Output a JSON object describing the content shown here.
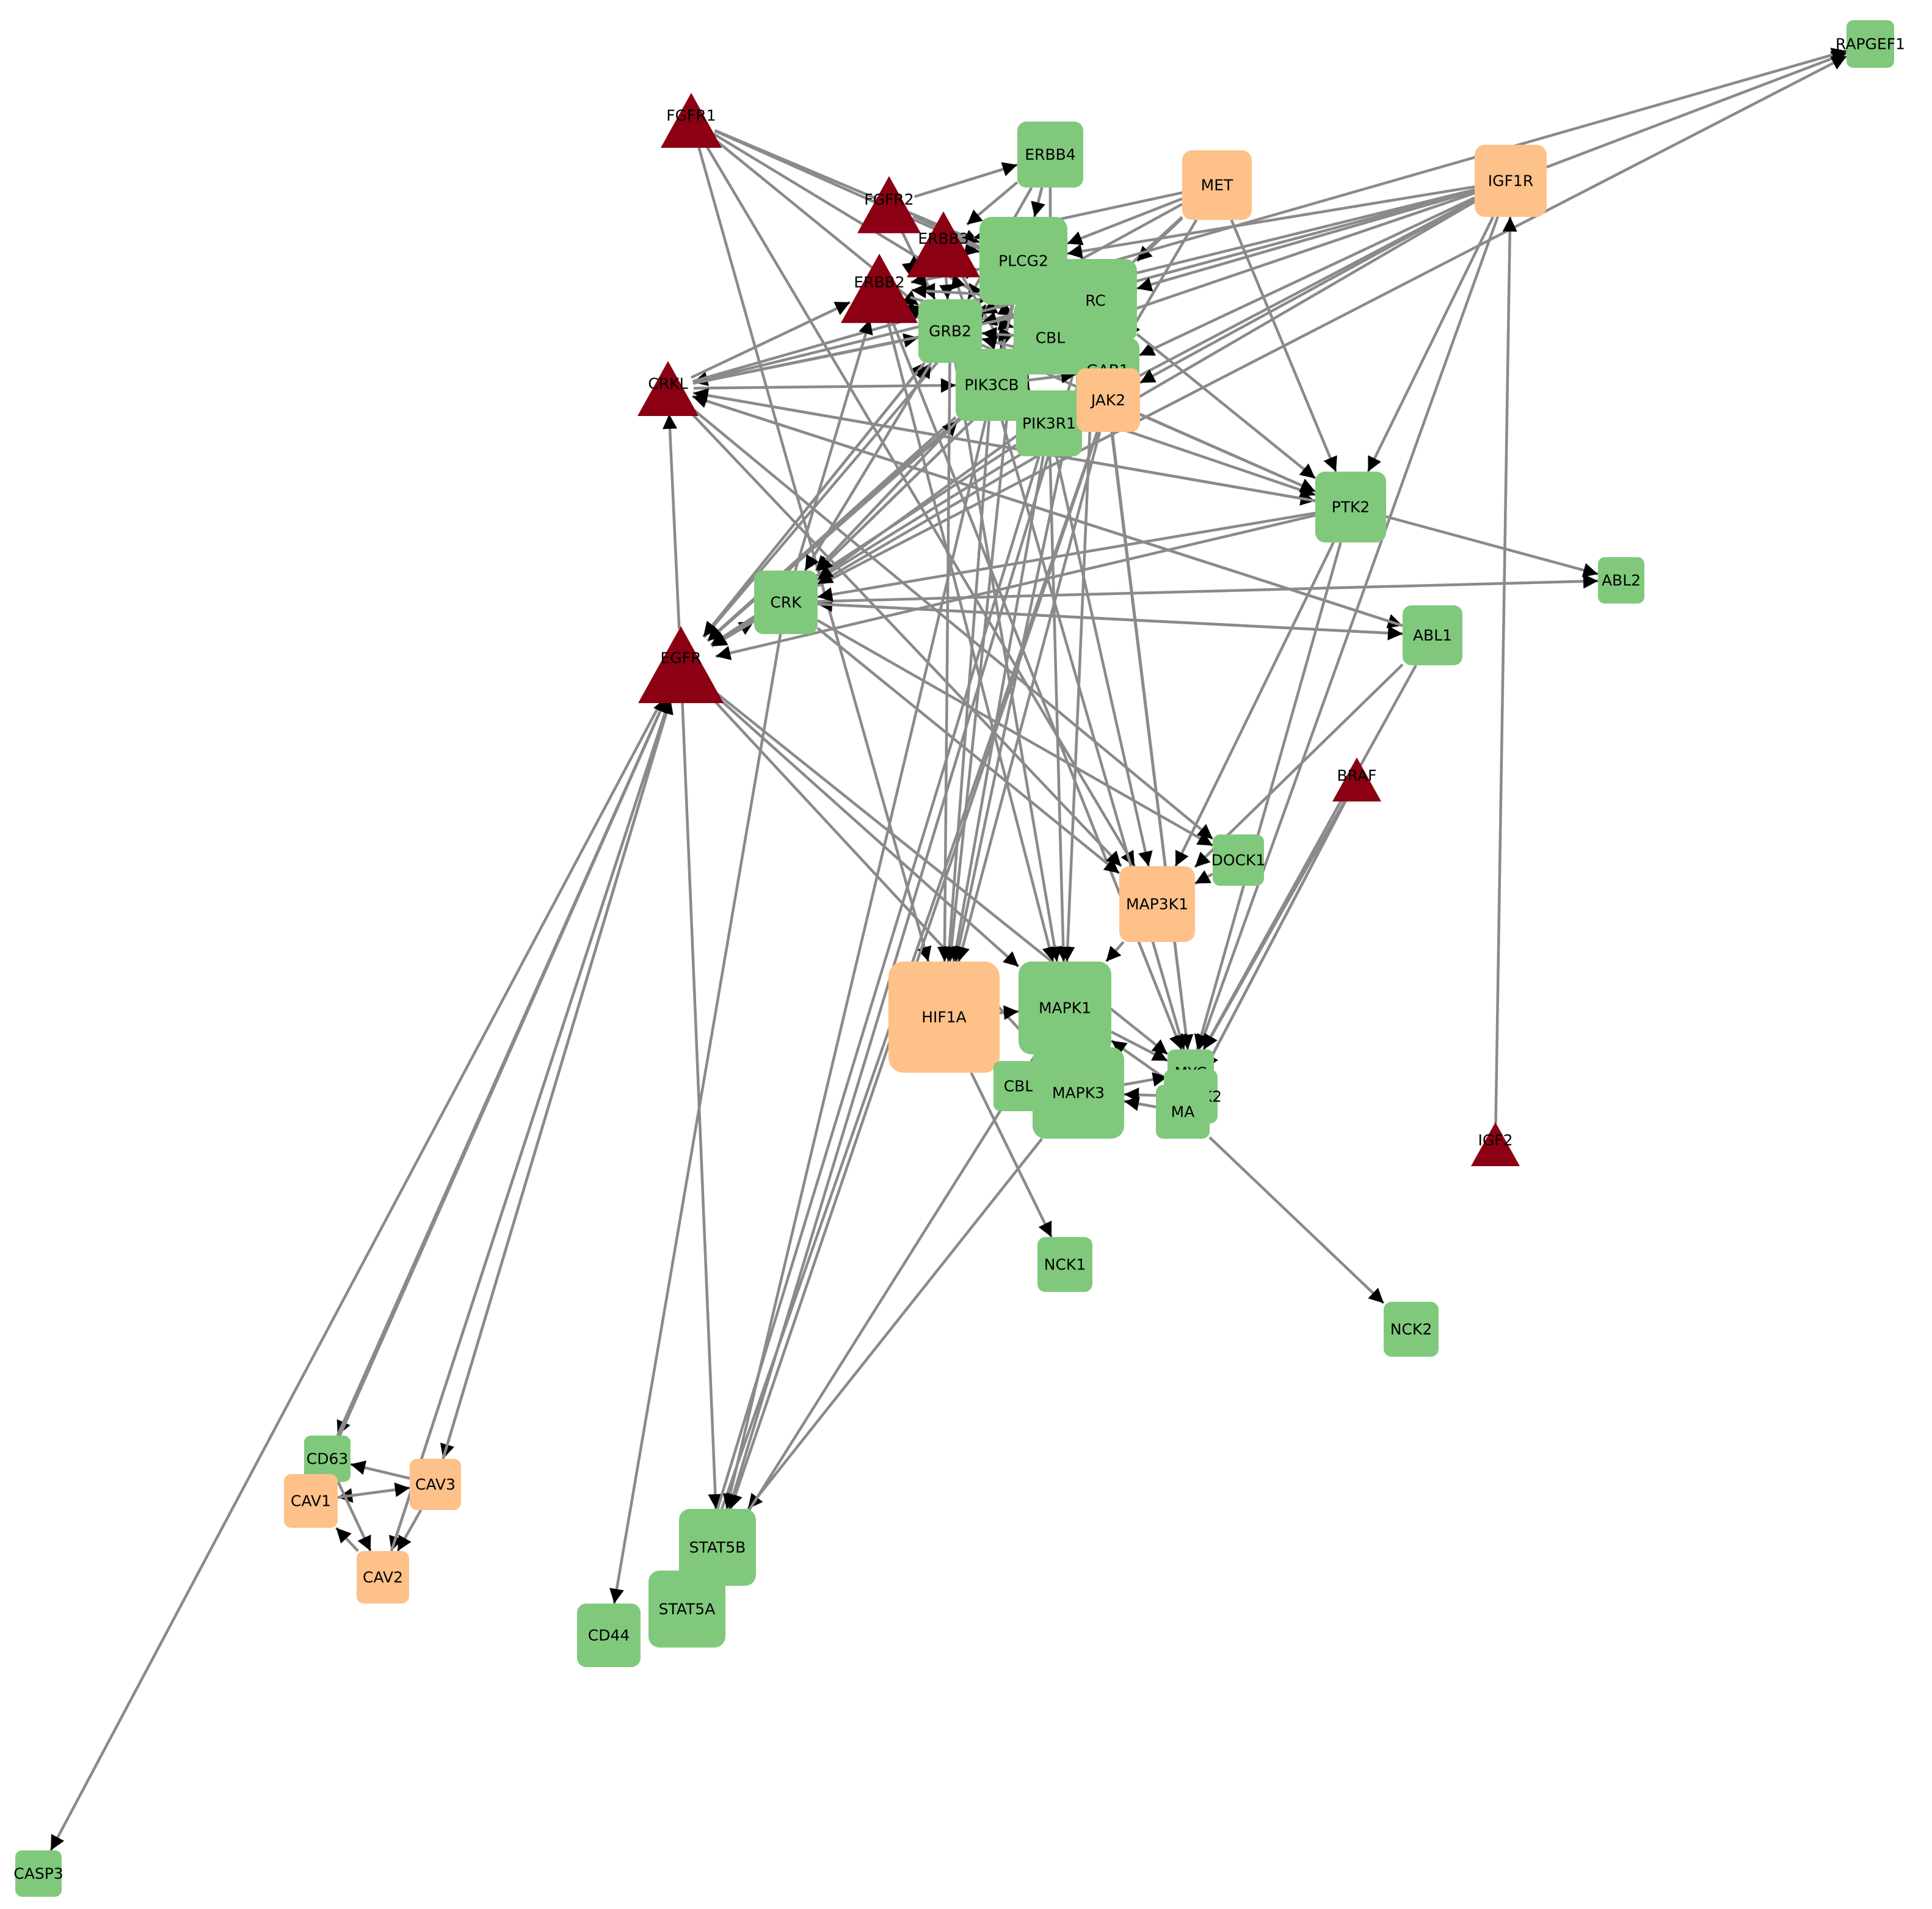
{
  "colors": {
    "green": "#80c97c",
    "orange": "#fec189",
    "red": "#8b0012",
    "edge": "#8a8a8a",
    "arrow": "#000000"
  },
  "nodes": [
    {
      "id": "RAPGEF1",
      "label": "RAPGEF1",
      "shape": "square",
      "color": "green"
    },
    {
      "id": "FGFR1",
      "label": "FGFR1",
      "shape": "triangle",
      "color": "red"
    },
    {
      "id": "ERBB4",
      "label": "ERBB4",
      "shape": "square",
      "color": "green"
    },
    {
      "id": "MET",
      "label": "MET",
      "shape": "square",
      "color": "orange"
    },
    {
      "id": "IGF1R",
      "label": "IGF1R",
      "shape": "square",
      "color": "orange"
    },
    {
      "id": "FGFR2",
      "label": "FGFR2",
      "shape": "triangle",
      "color": "red"
    },
    {
      "id": "ERBB3",
      "label": "ERBB3",
      "shape": "triangle",
      "color": "red"
    },
    {
      "id": "ERBB2",
      "label": "ERBB2",
      "shape": "triangle",
      "color": "red"
    },
    {
      "id": "PLCG2",
      "label": "PLCG2",
      "shape": "square",
      "color": "green"
    },
    {
      "id": "SRC",
      "label": "RC",
      "shape": "square",
      "color": "green"
    },
    {
      "id": "GRB2",
      "label": "GRB2",
      "shape": "square",
      "color": "green"
    },
    {
      "id": "CBL",
      "label": "CBL",
      "shape": "square",
      "color": "green"
    },
    {
      "id": "GAB1",
      "label": "GAB1",
      "shape": "square",
      "color": "green"
    },
    {
      "id": "PIK3CB",
      "label": "PIK3CB",
      "shape": "square",
      "color": "green"
    },
    {
      "id": "PIK3R1",
      "label": "PIK3R1",
      "shape": "square",
      "color": "green"
    },
    {
      "id": "JAK2",
      "label": "JAK2",
      "shape": "square",
      "color": "orange"
    },
    {
      "id": "CRKL",
      "label": "CRKL",
      "shape": "triangle",
      "color": "red"
    },
    {
      "id": "PTK2",
      "label": "PTK2",
      "shape": "square",
      "color": "green"
    },
    {
      "id": "ABL2",
      "label": "ABL2",
      "shape": "square",
      "color": "green"
    },
    {
      "id": "CRK",
      "label": "CRK",
      "shape": "square",
      "color": "green"
    },
    {
      "id": "ABL1",
      "label": "ABL1",
      "shape": "square",
      "color": "green"
    },
    {
      "id": "EGFR",
      "label": "EGFR",
      "shape": "triangle",
      "color": "red"
    },
    {
      "id": "BRAF",
      "label": "BRAF",
      "shape": "triangle",
      "color": "red"
    },
    {
      "id": "DOCK1",
      "label": "DOCK1",
      "shape": "square",
      "color": "green"
    },
    {
      "id": "MAP3K1",
      "label": "MAP3K1",
      "shape": "square",
      "color": "orange"
    },
    {
      "id": "HIF1A",
      "label": "HIF1A",
      "shape": "square",
      "color": "orange"
    },
    {
      "id": "MAPK1",
      "label": "MAPK1",
      "shape": "square",
      "color": "green"
    },
    {
      "id": "MYC",
      "label": "MYC",
      "shape": "square",
      "color": "green"
    },
    {
      "id": "CBLB",
      "label": "CBL",
      "shape": "square",
      "color": "green"
    },
    {
      "id": "MAPK3",
      "label": "MAPK3",
      "shape": "square",
      "color": "green"
    },
    {
      "id": "MAP2K2",
      "label": "MAP2K2",
      "shape": "square",
      "color": "green"
    },
    {
      "id": "MAP2K1",
      "label": "MA",
      "shape": "square",
      "color": "green"
    },
    {
      "id": "IGF2",
      "label": "IGF2",
      "shape": "triangle",
      "color": "red"
    },
    {
      "id": "NCK1",
      "label": "NCK1",
      "shape": "square",
      "color": "green"
    },
    {
      "id": "NCK2",
      "label": "NCK2",
      "shape": "square",
      "color": "green"
    },
    {
      "id": "CD63",
      "label": "CD63",
      "shape": "square",
      "color": "green"
    },
    {
      "id": "CAV3",
      "label": "CAV3",
      "shape": "square",
      "color": "orange"
    },
    {
      "id": "CAV1",
      "label": "CAV1",
      "shape": "square",
      "color": "orange"
    },
    {
      "id": "CAV2",
      "label": "CAV2",
      "shape": "square",
      "color": "orange"
    },
    {
      "id": "STAT5B",
      "label": "STAT5B",
      "shape": "square",
      "color": "green"
    },
    {
      "id": "STAT5A",
      "label": "STAT5A",
      "shape": "square",
      "color": "green"
    },
    {
      "id": "CD44",
      "label": "CD44",
      "shape": "square",
      "color": "green"
    },
    {
      "id": "CASP3",
      "label": "CASP3",
      "shape": "square",
      "color": "green"
    }
  ],
  "edges": [
    [
      "IGF1R",
      "RAPGEF1"
    ],
    [
      "CRK",
      "RAPGEF1"
    ],
    [
      "IGF2",
      "IGF1R"
    ],
    [
      "EGFR",
      "CASP3"
    ],
    [
      "EGFR",
      "CD63"
    ],
    [
      "EGFR",
      "CAV1"
    ],
    [
      "EGFR",
      "CAV2"
    ],
    [
      "EGFR",
      "CAV3"
    ],
    [
      "EGFR",
      "STAT5B"
    ],
    [
      "CAV3",
      "EGFR"
    ],
    [
      "CAV2",
      "EGFR"
    ],
    [
      "CAV1",
      "EGFR"
    ],
    [
      "CD63",
      "EGFR"
    ],
    [
      "CAV3",
      "CD63"
    ],
    [
      "CAV3",
      "CAV1"
    ],
    [
      "CAV2",
      "CAV1"
    ],
    [
      "CAV3",
      "CAV2"
    ],
    [
      "CD63",
      "CAV2"
    ],
    [
      "CAV1",
      "CAV3"
    ],
    [
      "EGFR",
      "CRKL"
    ],
    [
      "EGFR",
      "CRK"
    ],
    [
      "EGFR",
      "GRB2"
    ],
    [
      "EGFR",
      "CBL"
    ],
    [
      "EGFR",
      "PLCG2"
    ],
    [
      "EGFR",
      "MAPK1"
    ],
    [
      "EGFR",
      "MAPK3"
    ],
    [
      "EGFR",
      "MYC"
    ],
    [
      "CRK",
      "EGFR"
    ],
    [
      "GRB2",
      "EGFR"
    ],
    [
      "PIK3CB",
      "EGFR"
    ],
    [
      "PIK3R1",
      "EGFR"
    ],
    [
      "SRC",
      "EGFR"
    ],
    [
      "JAK2",
      "EGFR"
    ],
    [
      "PTK2",
      "EGFR"
    ],
    [
      "FGFR1",
      "PLCG2"
    ],
    [
      "FGFR1",
      "GRB2"
    ],
    [
      "FGFR1",
      "CBL"
    ],
    [
      "FGFR1",
      "HIF1A"
    ],
    [
      "FGFR1",
      "MAP3K1"
    ],
    [
      "FGFR2",
      "ERBB4"
    ],
    [
      "FGFR2",
      "PLCG2"
    ],
    [
      "FGFR2",
      "GRB2"
    ],
    [
      "ERBB4",
      "ERBB3"
    ],
    [
      "ERBB4",
      "GRB2"
    ],
    [
      "ERBB4",
      "PIK3CB"
    ],
    [
      "ERBB4",
      "PLCG2"
    ],
    [
      "ERBB4",
      "CBL"
    ],
    [
      "ERBB3",
      "PLCG2"
    ],
    [
      "ERBB3",
      "GRB2"
    ],
    [
      "ERBB3",
      "PIK3R1"
    ],
    [
      "ERBB3",
      "ERBB2"
    ],
    [
      "ERBB2",
      "ERBB3"
    ],
    [
      "ERBB2",
      "GRB2"
    ],
    [
      "ERBB2",
      "PLCG2"
    ],
    [
      "ERBB2",
      "CBL"
    ],
    [
      "ERBB2",
      "MAPK1"
    ],
    [
      "ERBB2",
      "MYC"
    ],
    [
      "MET",
      "PLCG2"
    ],
    [
      "MET",
      "GRB2"
    ],
    [
      "MET",
      "CBL"
    ],
    [
      "MET",
      "GAB1"
    ],
    [
      "MET",
      "PTK2"
    ],
    [
      "MET",
      "ERBB3"
    ],
    [
      "MET",
      "SRC"
    ],
    [
      "IGF1R",
      "PLCG2"
    ],
    [
      "IGF1R",
      "GRB2"
    ],
    [
      "IGF1R",
      "CBL"
    ],
    [
      "IGF1R",
      "PIK3R1"
    ],
    [
      "IGF1R",
      "JAK2"
    ],
    [
      "IGF1R",
      "SRC"
    ],
    [
      "IGF1R",
      "PTK2"
    ],
    [
      "IGF1R",
      "MYC"
    ],
    [
      "IGF1R",
      "CRK"
    ],
    [
      "IGF1R",
      "GAB1"
    ],
    [
      "IGF1R",
      "CRKL"
    ],
    [
      "CRKL",
      "PTK2"
    ],
    [
      "CRKL",
      "ABL1"
    ],
    [
      "CRKL",
      "DOCK1"
    ],
    [
      "CRKL",
      "MAP3K1"
    ],
    [
      "CRKL",
      "RAPGEF1"
    ],
    [
      "CRKL",
      "PIK3CB"
    ],
    [
      "CRKL",
      "GRB2"
    ],
    [
      "CRKL",
      "SRC"
    ],
    [
      "ABL1",
      "CRKL"
    ],
    [
      "ABL1",
      "CRK"
    ],
    [
      "CRK",
      "ABL1"
    ],
    [
      "CRK",
      "ABL2"
    ],
    [
      "PTK2",
      "CRK"
    ],
    [
      "PTK2",
      "CRKL"
    ],
    [
      "PTK2",
      "ABL2"
    ],
    [
      "PTK2",
      "MAP3K1"
    ],
    [
      "CRK",
      "DOCK1"
    ],
    [
      "CRK",
      "MAP3K1"
    ],
    [
      "CRK",
      "PIK3CB"
    ],
    [
      "CRK",
      "GRB2"
    ],
    [
      "CRK",
      "SRC"
    ],
    [
      "GRB2",
      "CRK"
    ],
    [
      "SRC",
      "CRK"
    ],
    [
      "PIK3CB",
      "CRK"
    ],
    [
      "GAB1",
      "CRK"
    ],
    [
      "SRC",
      "PTK2"
    ],
    [
      "GRB2",
      "PTK2"
    ],
    [
      "PIK3CB",
      "PTK2"
    ],
    [
      "JAK2",
      "PTK2"
    ],
    [
      "JAK2",
      "STAT5A"
    ],
    [
      "JAK2",
      "STAT5B"
    ],
    [
      "JAK2",
      "MYC"
    ],
    [
      "GRB2",
      "HIF1A"
    ],
    [
      "PIK3CB",
      "HIF1A"
    ],
    [
      "PIK3R1",
      "HIF1A"
    ],
    [
      "SRC",
      "HIF1A"
    ],
    [
      "PLCG2",
      "HIF1A"
    ],
    [
      "JAK2",
      "HIF1A"
    ],
    [
      "HIF1A",
      "NCK1"
    ],
    [
      "HIF1A",
      "MAPK1"
    ],
    [
      "PLCG2",
      "STAT5B"
    ],
    [
      "SRC",
      "STAT5B"
    ],
    [
      "MAPK3",
      "STAT5B"
    ],
    [
      "MAPK1",
      "STAT5A"
    ],
    [
      "PIK3R1",
      "STAT5A"
    ],
    [
      "CRK",
      "CD44"
    ],
    [
      "GRB2",
      "MAPK1"
    ],
    [
      "SRC",
      "MAPK1"
    ],
    [
      "PIK3R1",
      "MAPK1"
    ],
    [
      "MAP3K1",
      "MAPK1"
    ],
    [
      "MAP2K2",
      "MAPK1"
    ],
    [
      "MAP2K1",
      "MAPK3"
    ],
    [
      "BRAF",
      "MAP2K1"
    ],
    [
      "BRAF",
      "MAP2K2"
    ],
    [
      "BRAF",
      "MYC"
    ],
    [
      "ABL1",
      "MYC"
    ],
    [
      "PTK2",
      "MYC"
    ],
    [
      "MAPK1",
      "MYC"
    ],
    [
      "MAPK3",
      "MYC"
    ],
    [
      "MAP2K1",
      "NCK2"
    ],
    [
      "SRC",
      "MYC"
    ],
    [
      "PIK3CB",
      "MYC"
    ],
    [
      "MAP2K2",
      "MAPK3"
    ],
    [
      "DOCK1",
      "MAP3K1"
    ],
    [
      "PIK3R1",
      "MAP3K1"
    ],
    [
      "ABL1",
      "MAP3K1"
    ],
    [
      "GRB2",
      "CBL"
    ],
    [
      "CBL",
      "GRB2"
    ],
    [
      "PLCG2",
      "GRB2"
    ],
    [
      "GRB2",
      "PLCG2"
    ],
    [
      "GAB1",
      "GRB2"
    ],
    [
      "PIK3R1",
      "GAB1"
    ],
    [
      "SRC",
      "CBL"
    ],
    [
      "CBL",
      "SRC"
    ],
    [
      "PIK3CB",
      "GAB1"
    ],
    [
      "JAK2",
      "GAB1"
    ],
    [
      "PLCG2",
      "CBL"
    ],
    [
      "GRB2",
      "ERBB2"
    ],
    [
      "CRK",
      "ERBB2"
    ],
    [
      "SRC",
      "ERBB2"
    ],
    [
      "PIK3CB",
      "ERBB3"
    ],
    [
      "PLCG2",
      "ERBB2"
    ],
    [
      "CRKL",
      "ERBB2"
    ],
    [
      "FGFR1",
      "SRC"
    ],
    [
      "FGFR2",
      "SRC"
    ]
  ]
}
